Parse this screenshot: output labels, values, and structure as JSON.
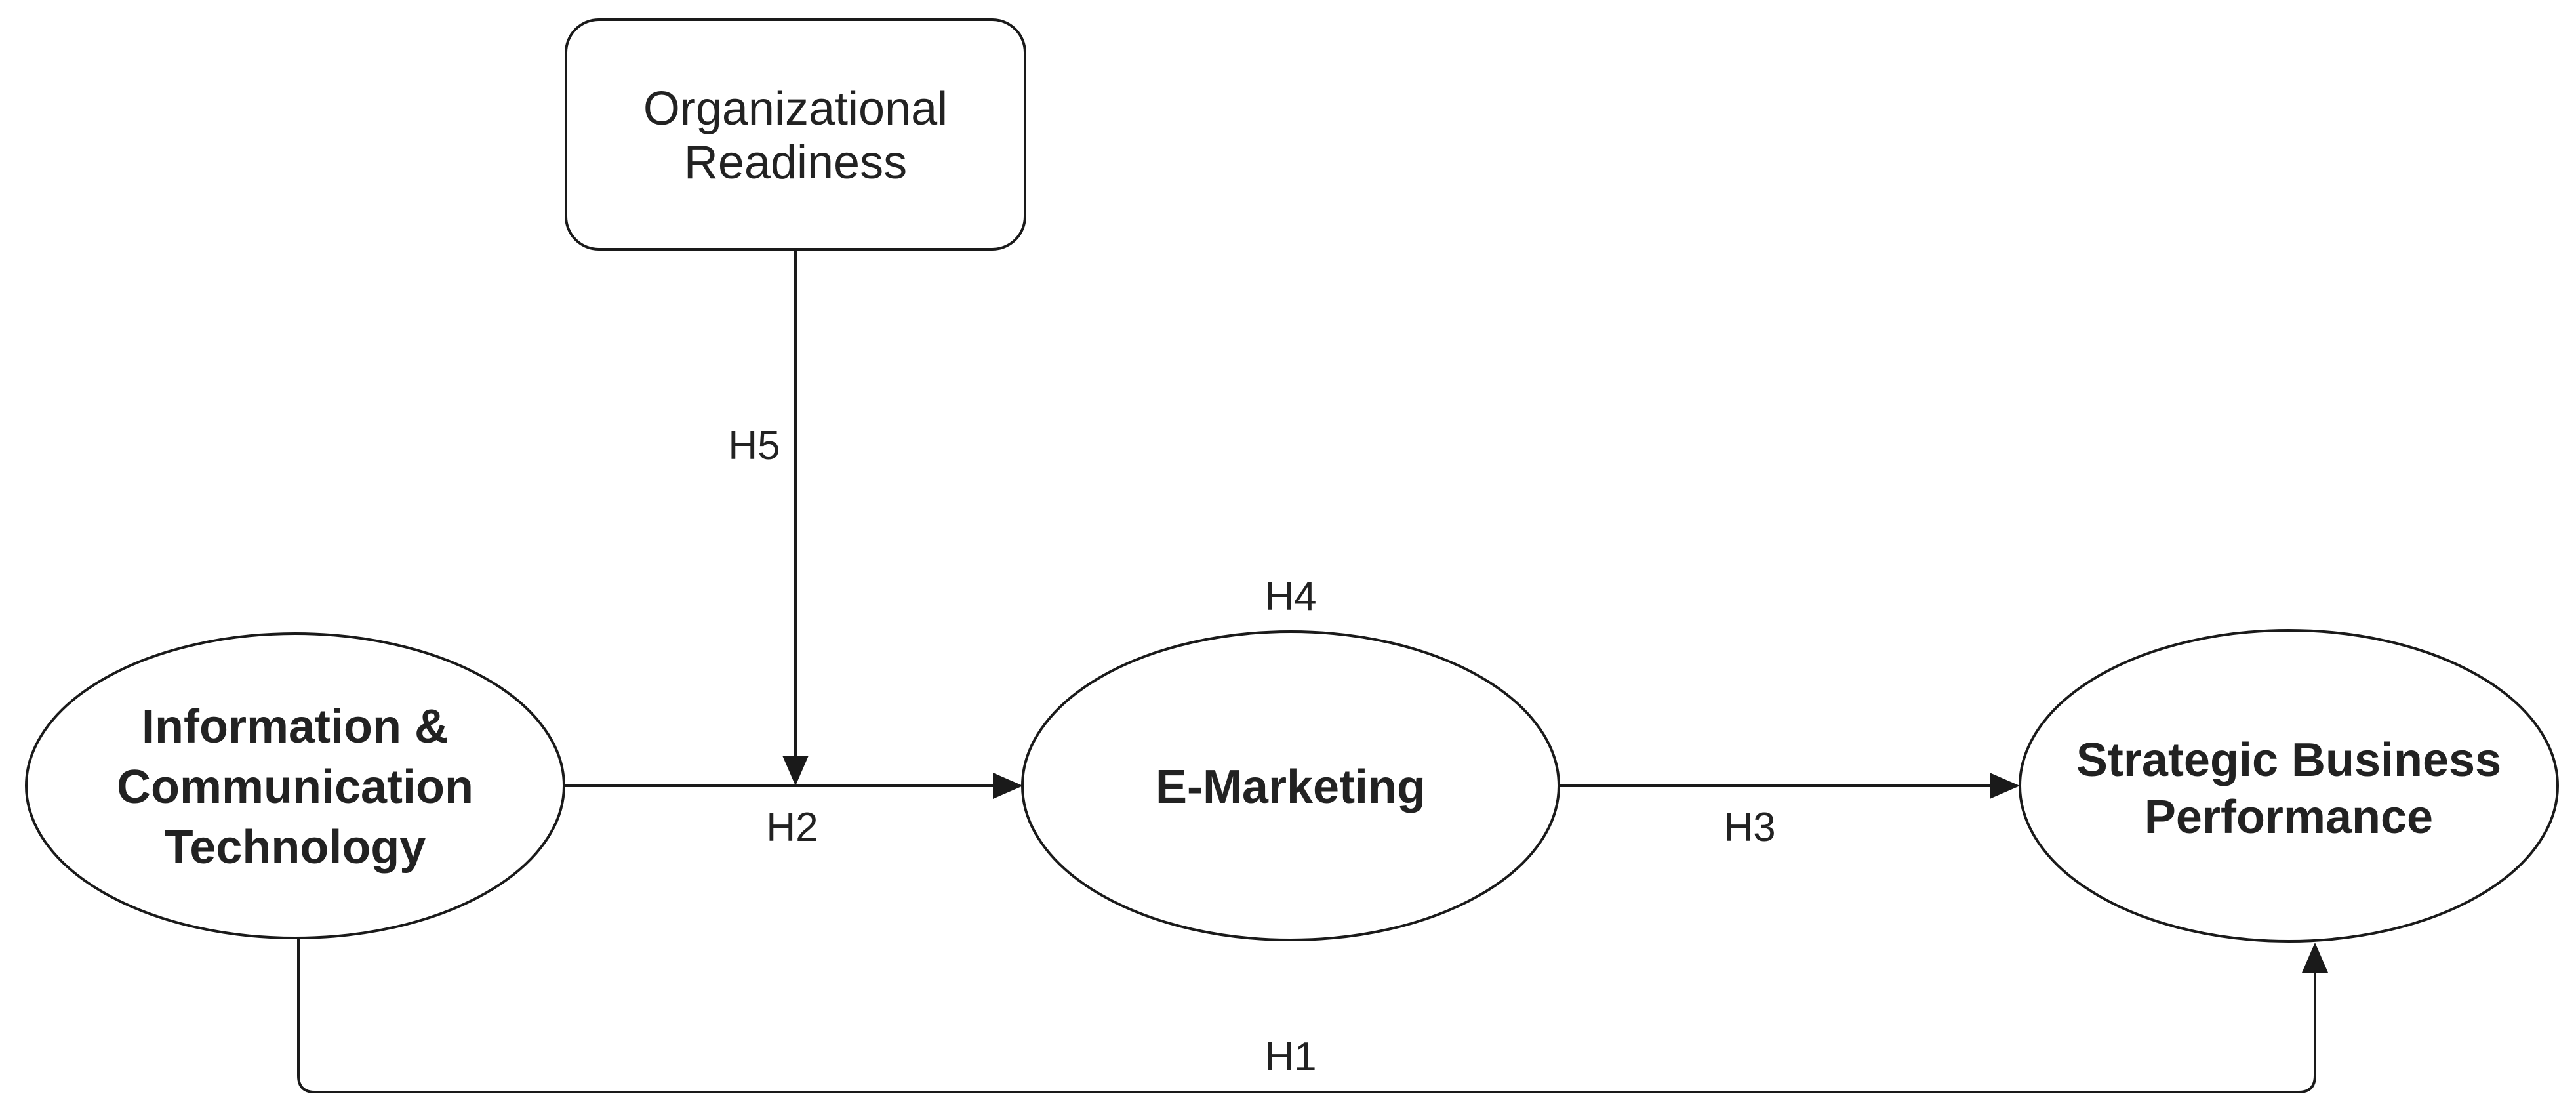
{
  "nodes": {
    "organizational_readiness": {
      "line1": "Organizational",
      "line2": "Readiness"
    },
    "ict": {
      "line1": "Information &",
      "line2": "Communication",
      "line3": "Technology"
    },
    "e_marketing": {
      "line1": "E-Marketing"
    },
    "strategic_business_performance": {
      "line1": "Strategic Business",
      "line2": "Performance"
    }
  },
  "edges": {
    "h1": "H1",
    "h2": "H2",
    "h3": "H3",
    "h4": "H4",
    "h5": "H5"
  },
  "colors": {
    "stroke": "#1a1a1a",
    "text": "#222222",
    "background": "#ffffff"
  }
}
